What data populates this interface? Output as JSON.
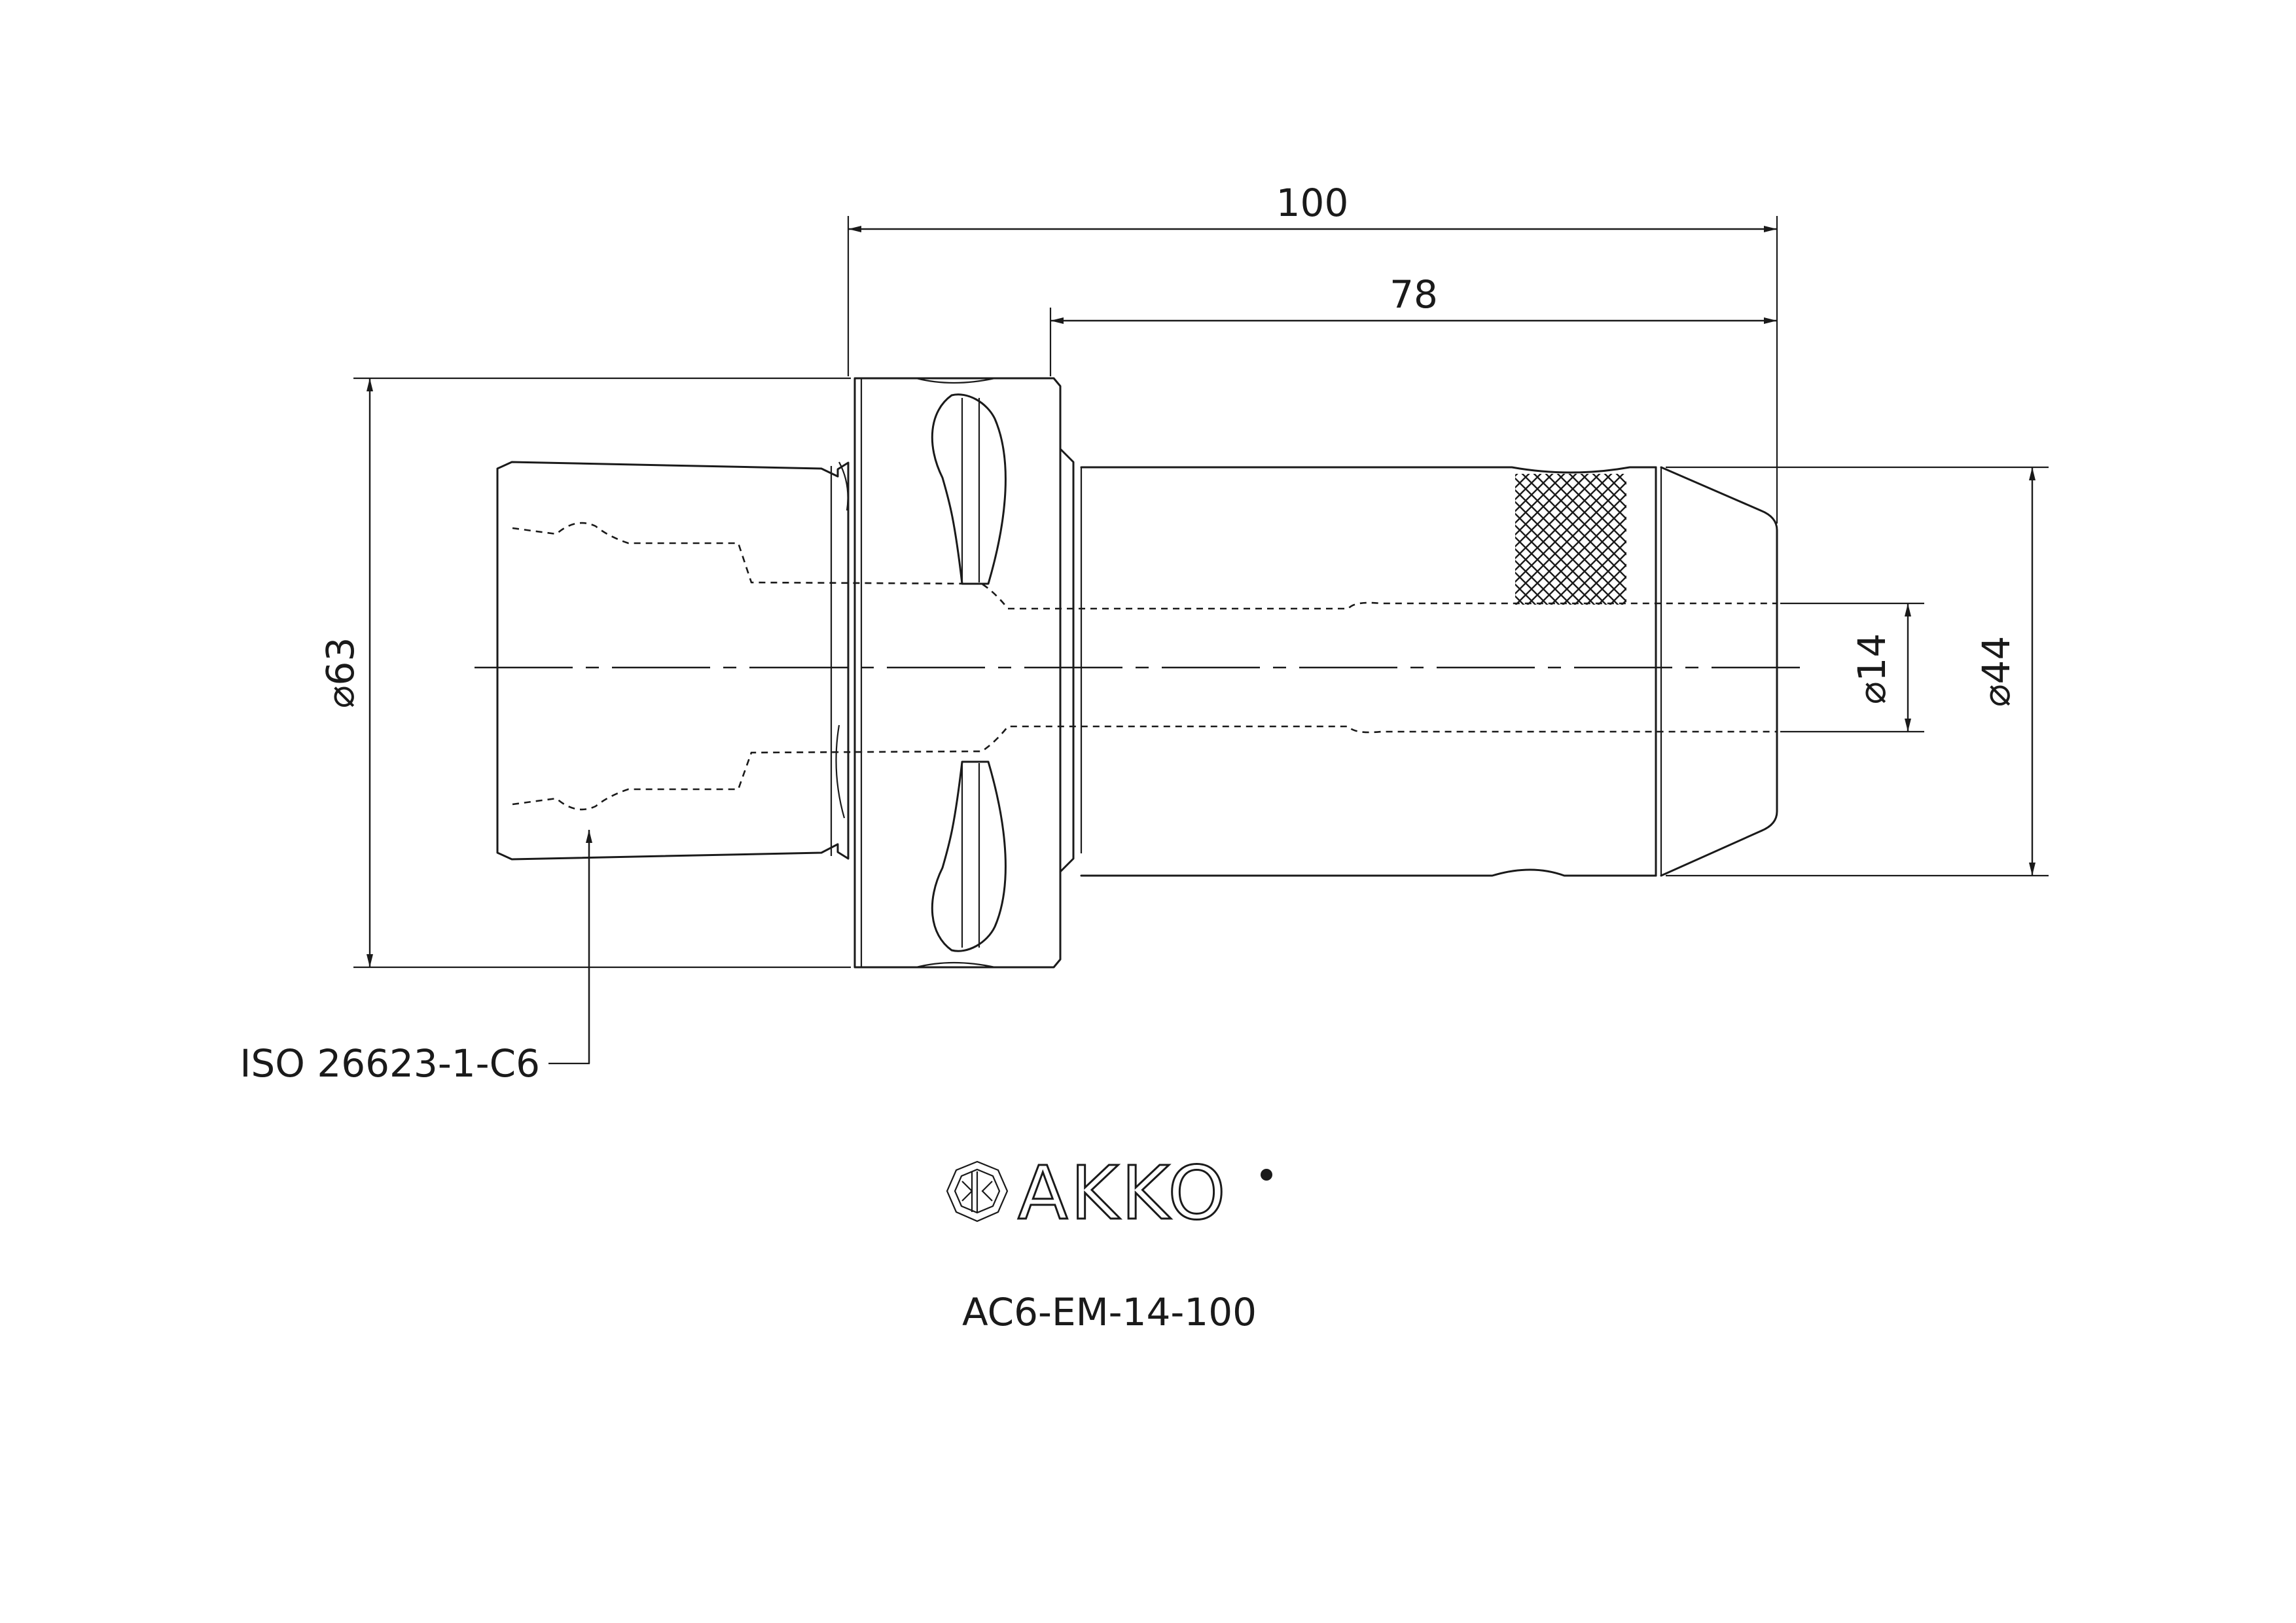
{
  "dimensions": {
    "overall_length": "100",
    "projection_length": "78",
    "flange_diameter": "⌀63",
    "bore_diameter": "⌀14",
    "body_diameter": "⌀44"
  },
  "callout": {
    "interface_standard": "ISO 26623-1-C6"
  },
  "brand": {
    "name": "AKKO"
  },
  "part_number": "AC6-EM-14-100",
  "colors": {
    "line": "#1a1a1a",
    "background": "#ffffff"
  }
}
